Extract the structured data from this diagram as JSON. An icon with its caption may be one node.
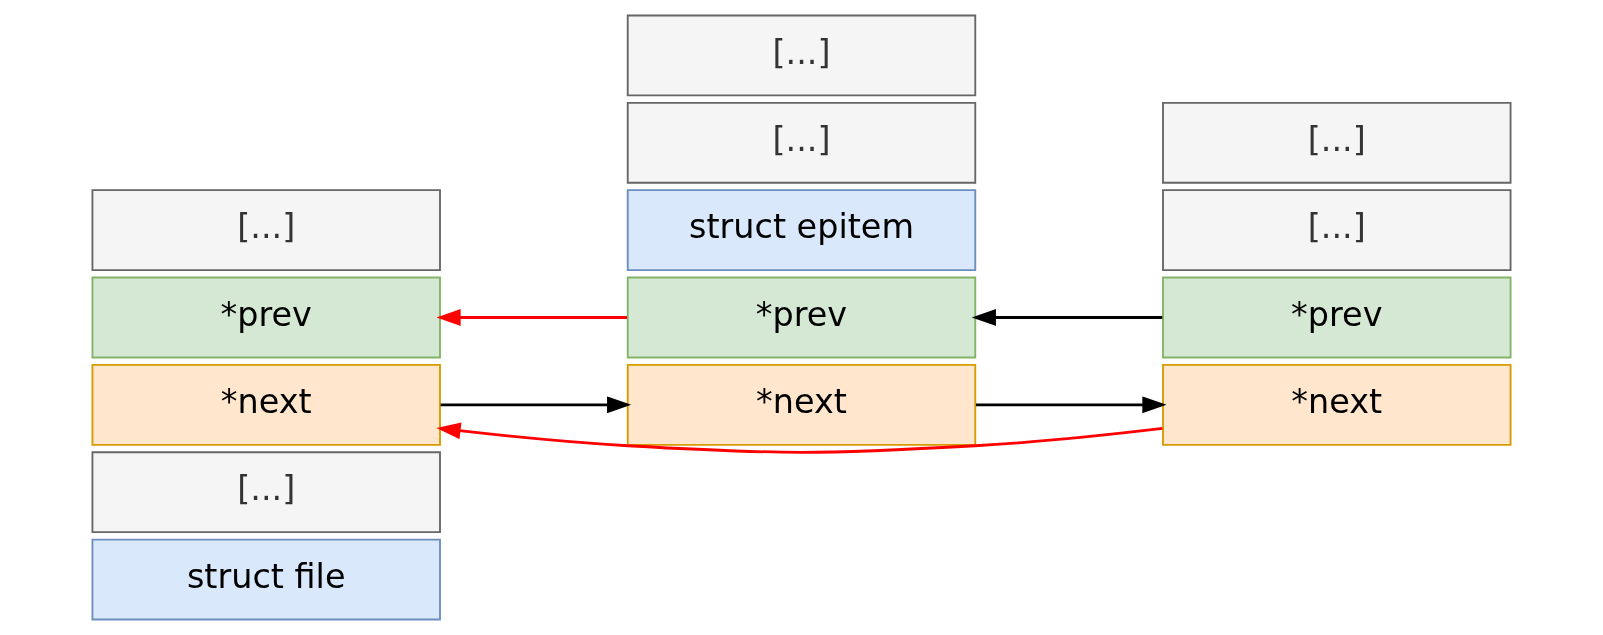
{
  "diagram": {
    "nodes": [
      {
        "text": [
          "struct file"
        ]
      },
      {
        "text": [
          "struct epitem"
        ]
      },
      {
        "text": [
          "[...]"
        ]
      },
      {
        "text": [
          "*next"
        ]
      },
      {
        "text": [
          "*prev"
        ]
      },
      {
        "text": [
          "[...]"
        ]
      },
      {
        "text": [
          "[...]"
        ]
      },
      {
        "text": [
          "*next"
        ]
      },
      {
        "text": [
          "*prev"
        ]
      },
      {
        "text": [
          "[...]"
        ]
      },
      {
        "text": [
          "[...]"
        ]
      },
      {
        "text": [
          "*next"
        ]
      },
      {
        "text": [
          "*prev"
        ]
      },
      {
        "text": [
          "[...]"
        ]
      }
    ],
    "edges": [
      {
        "from": 3,
        "to": 7,
        "arrow": "to"
      },
      {
        "from": 7,
        "to": 11,
        "arrow": "to"
      },
      {
        "from": 11,
        "to": 3,
        "arrow": "to",
        "color": "#ff0000"
      },
      {
        "from": 8,
        "to": 4,
        "arrow": "to",
        "color": "#ff0000"
      },
      {
        "from": 12,
        "to": 8,
        "arrow": "to"
      }
    ]
  }
}
